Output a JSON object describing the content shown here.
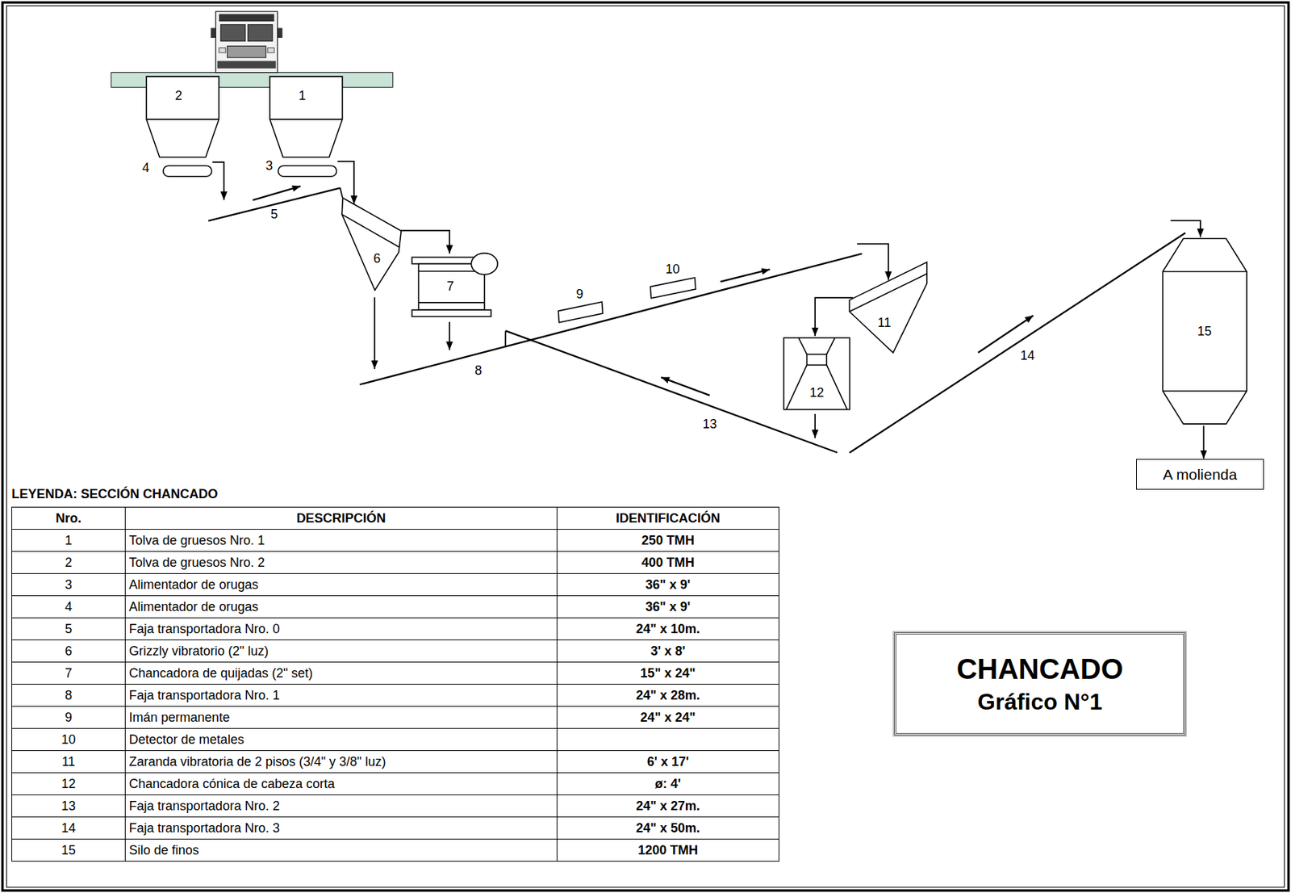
{
  "diagram": {
    "nodes": [
      {
        "text": [
          "2"
        ]
      },
      {
        "text": [
          "1"
        ]
      },
      {
        "text": [
          "4"
        ]
      },
      {
        "text": [
          "3"
        ]
      },
      {
        "text": [
          "5"
        ]
      },
      {
        "text": [
          "6"
        ]
      },
      {
        "text": [
          "7"
        ]
      },
      {
        "text": [
          "9"
        ]
      },
      {
        "text": [
          "10"
        ]
      },
      {
        "text": [
          "8"
        ]
      },
      {
        "text": [
          "11"
        ]
      },
      {
        "text": [
          "12"
        ]
      },
      {
        "text": [
          "13"
        ]
      },
      {
        "text": [
          "14"
        ]
      },
      {
        "text": [
          "15"
        ]
      },
      {
        "text": [
          "A molienda"
        ]
      },
      {
        "text": [
          "CHANCADO",
          "Gráfico N°1"
        ]
      }
    ],
    "edges": [
      {
        "from": 2,
        "to": 4,
        "arrow": "to"
      },
      {
        "from": 3,
        "to": 5,
        "arrow": "to"
      },
      {
        "from": 4,
        "to": 5,
        "arrow": "none"
      },
      {
        "from": 5,
        "to": 6,
        "arrow": "to"
      },
      {
        "from": 5,
        "to": 9,
        "arrow": "to"
      },
      {
        "from": 6,
        "to": 9,
        "arrow": "to"
      },
      {
        "from": 12,
        "to": 9,
        "arrow": "none"
      },
      {
        "from": 9,
        "to": 10,
        "arrow": "to"
      },
      {
        "from": 10,
        "to": 11,
        "arrow": "to"
      },
      {
        "from": 11,
        "to": 12,
        "arrow": "to"
      },
      {
        "from": 13,
        "to": 14,
        "arrow": "to"
      },
      {
        "from": 14,
        "to": 15,
        "arrow": "to"
      }
    ],
    "labels": [
      "LEYENDA: SECCIÓN CHANCADO",
      "Nro.",
      "DESCRIPCIÓN",
      "IDENTIFICACIÓN",
      "1",
      "Tolva de gruesos Nro. 1",
      "250 TMH",
      "2",
      "Tolva de gruesos Nro. 2",
      "400 TMH",
      "3",
      "Alimentador de orugas",
      "36\" x 9'",
      "4",
      "Alimentador de orugas",
      "36\" x 9'",
      "5",
      "Faja transportadora Nro. 0",
      "24\" x 10m.",
      "6",
      "Grizzly vibratorio (2\" luz)",
      "3' x 8'",
      "7",
      "Chancadora de quijadas (2\" set)",
      "15\" x 24\"",
      "8",
      "Faja transportadora Nro. 1",
      "24\" x 28m.",
      "9",
      "Imán permanente",
      "24\" x 24\"",
      "10",
      "Detector de metales",
      "",
      "11",
      "Zaranda vibratoria de 2 pisos (3/4\" y 3/8\" luz)",
      "6' x 17'",
      "12",
      "Chancadora cónica de cabeza corta",
      "ø: 4'",
      "13",
      "Faja transportadora Nro. 2",
      "24\" x 27m.",
      "14",
      "Faja transportadora Nro. 3",
      "24\" x 50m.",
      "15",
      "Silo de finos",
      "1200 TMH"
    ]
  }
}
